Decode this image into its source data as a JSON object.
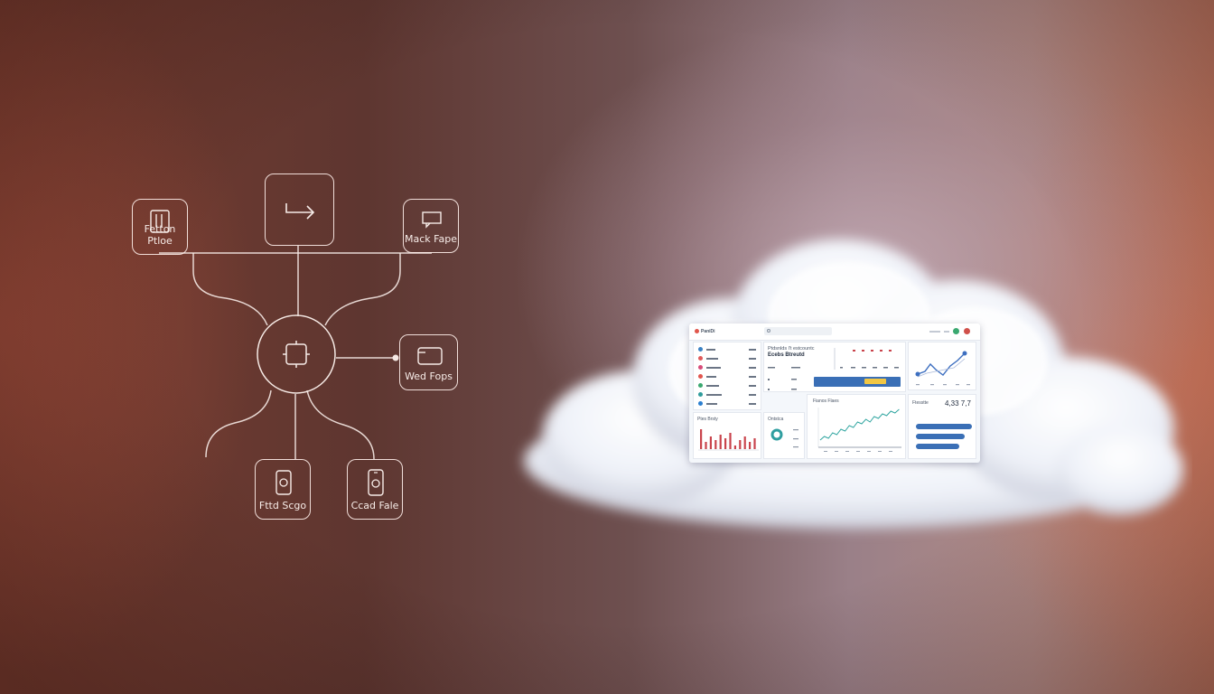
{
  "diagram": {
    "nodes": {
      "top_left": {
        "label": "Fetton Ptloe",
        "icon": "folder-icon"
      },
      "top_center": {
        "label": "",
        "icon": "arrow-right-icon"
      },
      "top_right": {
        "label": "Mack Fape",
        "icon": "message-icon"
      },
      "center": {
        "label": "",
        "icon": "chip-icon"
      },
      "right": {
        "label": "Wed Fops",
        "icon": "window-icon"
      },
      "bottom_left": {
        "label": "Fttd Scgo",
        "icon": "phone-icon"
      },
      "bottom_right": {
        "label": "Ccad Fale",
        "icon": "phone-icon"
      }
    },
    "line_color": "#f5e9e4"
  },
  "dashboard": {
    "brand": "PaniDi",
    "sidebar_items": [
      {
        "color": "#3b82c4"
      },
      {
        "color": "#e05a5a"
      },
      {
        "color": "#d84c7a"
      },
      {
        "color": "#e2554e"
      },
      {
        "color": "#3aa870"
      },
      {
        "color": "#2f9c9c"
      },
      {
        "color": "#2b7fd0"
      }
    ],
    "headline_1": "Ptdsnlds  l't   estcountc",
    "headline_2": "Ecebs  Btreutd",
    "banner_color": "#3a6fb6",
    "banner_button_color": "#f2c744",
    "panel_finance": "Fianos  Flaes",
    "panel_bar": "Ptes  Brsty",
    "panel_donut": "Ontstca",
    "panel_stats": "Ftesstte",
    "stats_value": "4,33  7,7",
    "accent": "#2f9ea0",
    "bar_color": "#c9444c",
    "line_chart_color": "#3d6fc0"
  },
  "colors": {
    "background_left": "#7a3d30",
    "background_right": "#c07862",
    "cloud": "#ffffff"
  }
}
